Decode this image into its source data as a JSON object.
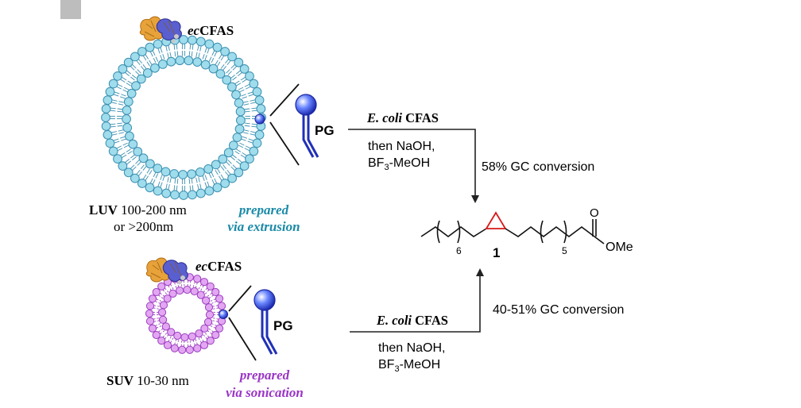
{
  "colors": {
    "luv_head": "#9fdcec",
    "luv_stroke": "#3a8fb0",
    "suv_head": "#e3a6f2",
    "suv_stroke": "#9c3fc0",
    "lipid_blue": "#2030b8",
    "teal_text": "#1a8aa8",
    "purple_text": "#9a35c6",
    "cyclopropane_red": "#d81818",
    "corner_square": "#bdbdbd"
  },
  "icons": {
    "enzyme": "enzyme-icon",
    "lipid": "lipid-icon"
  },
  "luv": {
    "enzyme_label_italic": "ec",
    "enzyme_label_bold": "CFAS",
    "lipid_label": "PG",
    "size_label_bold": "LUV",
    "size_label_rest": " 100-200 nm",
    "size_label_line2": "or >200nm",
    "prep_line1": "prepared",
    "prep_line2": "via extrusion"
  },
  "suv": {
    "enzyme_label_italic": "ec",
    "enzyme_label_bold": "CFAS",
    "lipid_label": "PG",
    "size_label_bold": "SUV",
    "size_label_rest": " 10-30 nm",
    "prep_line1": "prepared",
    "prep_line2": "via sonication"
  },
  "reaction_top": {
    "reagent_italic": "E. coli",
    "reagent_bold": " CFAS",
    "cond_line1": "then NaOH,",
    "cond_line2_pre": "BF",
    "cond_line2_sub": "3",
    "cond_line2_post": "-MeOH",
    "conversion": "58% GC conversion"
  },
  "reaction_bottom": {
    "reagent_italic": "E. coli",
    "reagent_bold": " CFAS",
    "cond_line1": "then NaOH,",
    "cond_line2_pre": "BF",
    "cond_line2_sub": "3",
    "cond_line2_post": "-MeOH",
    "conversion": "40-51% GC conversion"
  },
  "product": {
    "compound_number": "1",
    "sub_left": "6",
    "sub_right": "5",
    "carbonyl_o": "O",
    "ester_group": "OMe"
  }
}
